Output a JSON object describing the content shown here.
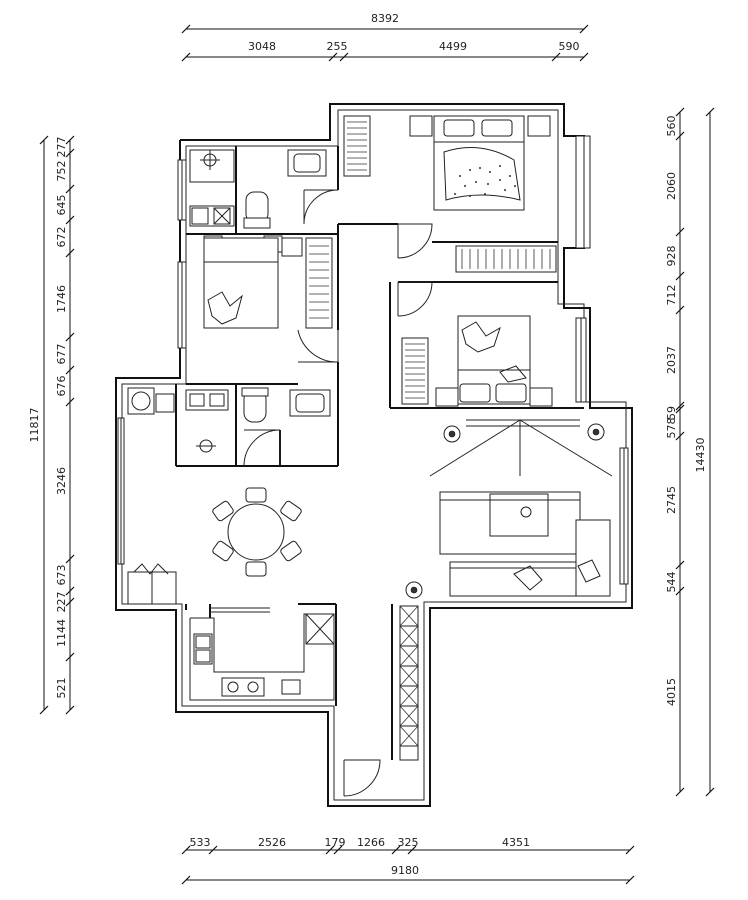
{
  "dimensions": {
    "top_total": "8392",
    "top_segments": [
      "3048",
      "255",
      "4499",
      "590"
    ],
    "bottom_segments": [
      "533",
      "2526",
      "179",
      "1266",
      "325",
      "4351"
    ],
    "bottom_total": "9180",
    "left_total": "11817",
    "left_segments": [
      "277",
      "752",
      "645",
      "672",
      "1746",
      "677",
      "676",
      "3246",
      "673",
      "227",
      "1144",
      "521"
    ],
    "right_total": "14430",
    "right_segments": [
      "560",
      "2060",
      "928",
      "712",
      "2037",
      "59",
      "578",
      "2745",
      "544",
      "4015"
    ]
  },
  "colors": {
    "line": "#111111",
    "background": "#ffffff"
  }
}
